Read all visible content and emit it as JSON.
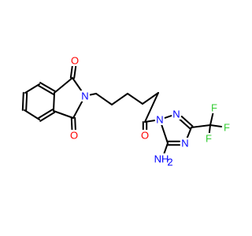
{
  "molecule": {
    "colors": {
      "bond": "#000000",
      "oxygen": "#ff0000",
      "nitrogen": "#0000ff",
      "fluorine": "#33cc33"
    },
    "atoms": [
      {
        "id": "o_top",
        "label": "O",
        "color": "#ff0000"
      },
      {
        "id": "o_bottom",
        "label": "O",
        "color": "#ff0000"
      },
      {
        "id": "n_imide",
        "label": "N",
        "color": "#0000ff"
      },
      {
        "id": "o_amide",
        "label": "O",
        "color": "#ff0000"
      },
      {
        "id": "n_triazole_1",
        "label": "N",
        "color": "#0000ff"
      },
      {
        "id": "n_triazole_2",
        "label": "N",
        "color": "#0000ff"
      },
      {
        "id": "n_triazole_4",
        "label": "N",
        "color": "#0000ff"
      },
      {
        "id": "nh2_amino",
        "label": "NH",
        "sub": "2",
        "color": "#0000ff"
      },
      {
        "id": "f_top",
        "label": "F",
        "color": "#33cc33"
      },
      {
        "id": "f_right",
        "label": "F",
        "color": "#33cc33"
      },
      {
        "id": "f_middle",
        "label": "F",
        "color": "#33cc33"
      }
    ]
  }
}
